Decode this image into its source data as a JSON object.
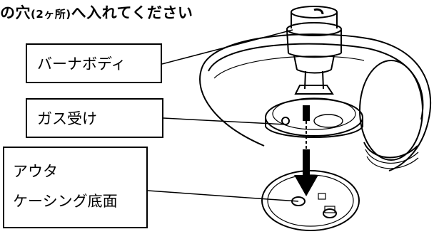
{
  "instruction": {
    "prefix": "の穴",
    "count": "(2ヶ所)",
    "suffix": "へ入れてください"
  },
  "labels": {
    "burner_body": "バーナボディ",
    "gas_receiver": "ガス受け",
    "outer_casing_line1": "アウタ",
    "outer_casing_line2": "ケーシング底面"
  }
}
